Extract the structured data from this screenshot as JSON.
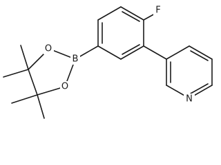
{
  "molecule": {
    "atoms": {
      "fluorine": "F",
      "boron": "B",
      "oxygen_top": "O",
      "oxygen_bottom": "O",
      "nitrogen": "N"
    }
  }
}
